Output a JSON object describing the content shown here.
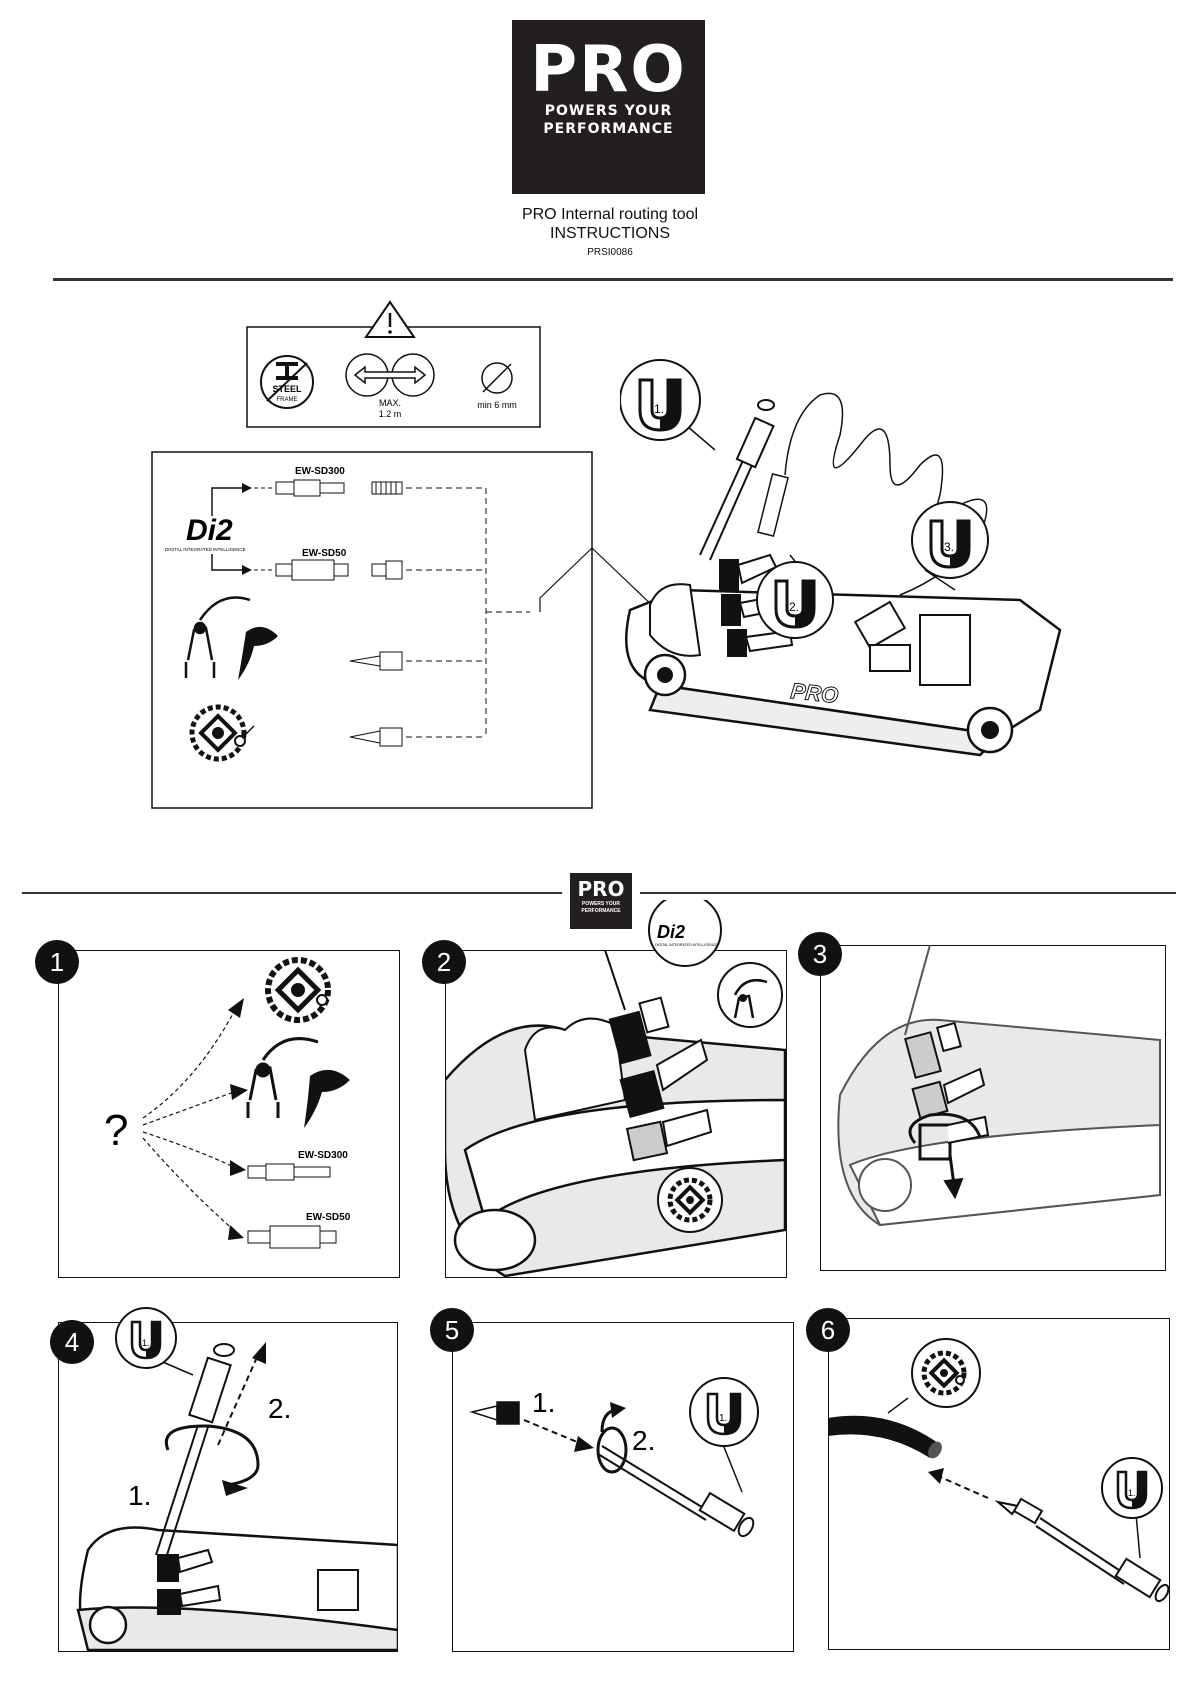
{
  "brand": {
    "logo_text": "PRO",
    "tagline_1": "POWERS YOUR",
    "tagline_2": "PERFORMANCE"
  },
  "document": {
    "title": "PRO Internal routing tool",
    "subtitle": "INSTRUCTIONS",
    "code": "PRSI0086"
  },
  "warnings": {
    "steel_1": "STEEL",
    "steel_2": "FRAME",
    "max_1": "MAX.",
    "max_2": "1.2 m",
    "min": "min 6 mm"
  },
  "di2": {
    "logo": "Di2",
    "tagline": "DIGITAL INTEGRATED INTELLIGENCE"
  },
  "connectors": {
    "sd300": "EW-SD300",
    "sd50": "EW-SD50"
  },
  "steps": [
    {
      "number": "1",
      "mark": "?",
      "sd300": "EW-SD300",
      "sd50": "EW-SD50"
    },
    {
      "number": "2"
    },
    {
      "number": "3"
    },
    {
      "number": "4",
      "arrow1": "1.",
      "arrow2": "2."
    },
    {
      "number": "5",
      "arrow1": "1.",
      "arrow2": "2."
    },
    {
      "number": "6"
    }
  ],
  "icons": {
    "warning": "warning-triangle-icon",
    "magnet": "magnet-icon",
    "rotor": "brake-rotor-icon",
    "brake": "rim-brake-icon"
  },
  "magnet_labels": [
    "1.",
    "2.",
    "3."
  ]
}
